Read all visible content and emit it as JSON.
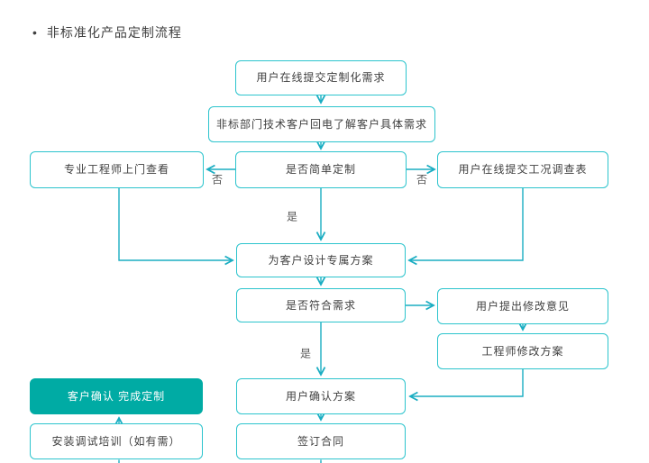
{
  "title": {
    "bullet": "•",
    "text": "非标准化产品定制流程"
  },
  "colors": {
    "box_border": "#2cc4cd",
    "arrow": "#1badc2",
    "highlight_fill": "#00aba4",
    "text": "#404040",
    "highlight_text": "#ffffff"
  },
  "nodes": [
    {
      "label": "用户在线提交定制化需求"
    },
    {
      "label": "非标部门技术客户回电了解客户具体需求"
    },
    {
      "label": "是否简单定制"
    },
    {
      "label": "专业工程师上门查看"
    },
    {
      "label": "用户在线提交工况调查表"
    },
    {
      "label": "为客户设计专属方案"
    },
    {
      "label": "是否符合需求"
    },
    {
      "label": "用户提出修改意见"
    },
    {
      "label": "工程师修改方案"
    },
    {
      "label": "客户确认 完成定制"
    },
    {
      "label": "用户确认方案"
    },
    {
      "label": "安装调试培训（如有需）"
    },
    {
      "label": "签订合同"
    }
  ],
  "edge_labels": [
    {
      "text": "否"
    },
    {
      "text": "否"
    },
    {
      "text": "是"
    },
    {
      "text": "是"
    }
  ]
}
